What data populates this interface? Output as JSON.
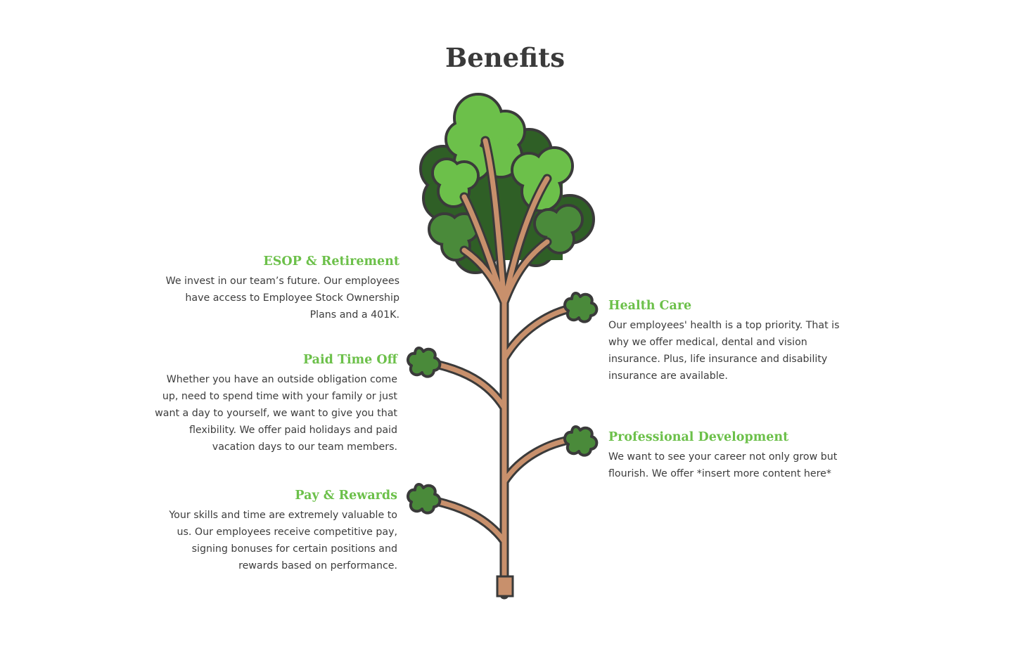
{
  "page": {
    "title": "Benefits"
  },
  "colors": {
    "accent_green": "#6cc04a",
    "leaf_light": "#6cc04a",
    "leaf_mid": "#4a8a3a",
    "leaf_dark": "#2f5f26",
    "trunk": "#c8906c",
    "outline": "#3a3a3a",
    "text": "#3c3c3c"
  },
  "illustration": {
    "icon": "tree-icon"
  },
  "benefits": {
    "esop": {
      "title": "ESOP & Retirement",
      "text": "We invest in our team’s future. Our employees have access to Employee Stock Ownership Plans and a 401K."
    },
    "pto": {
      "title": "Paid Time Off",
      "text": "Whether you have an outside obligation come up, need to spend time with your family or just want a day to yourself, we want to give you that flexibility. We offer paid holidays and paid vacation days to our team members."
    },
    "pay": {
      "title": "Pay & Rewards",
      "text": "Your skills and time are extremely valuable to us. Our employees receive competitive pay, signing bonuses for certain positions and rewards based on performance."
    },
    "health": {
      "title": "Health Care",
      "text": "Our employees' health is a top priority. That is why we offer medical, dental and vision insurance. Plus, life insurance and disability insurance are available."
    },
    "pd": {
      "title": "Professional Development",
      "text": "We want to see your career not only grow but flourish. We offer *insert more content here*"
    }
  }
}
